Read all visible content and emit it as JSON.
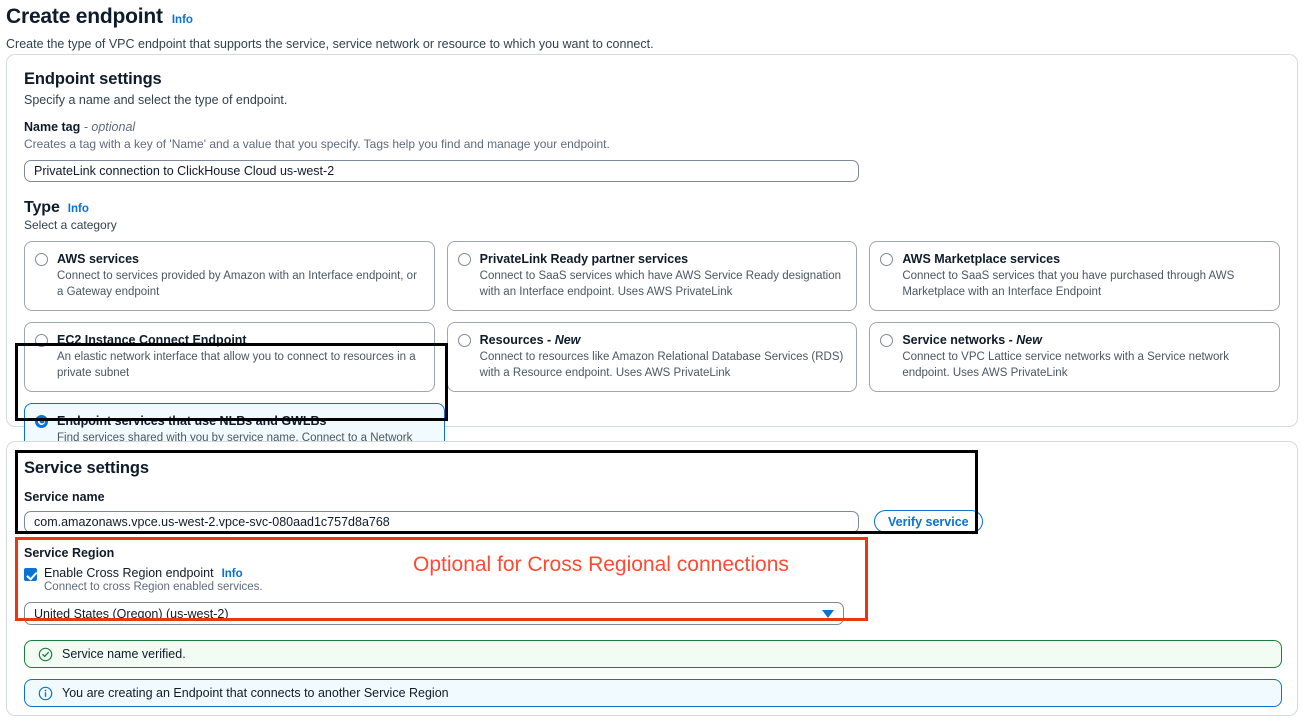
{
  "header": {
    "title": "Create endpoint",
    "info_label": "Info",
    "subtitle": "Create the type of VPC endpoint that supports the service, service network or resource to which you want to connect."
  },
  "endpoint_settings": {
    "title": "Endpoint settings",
    "description": "Specify a name and select the type of endpoint.",
    "name_tag": {
      "label": "Name tag",
      "optional_suffix": "- optional",
      "hint": "Creates a tag with a key of 'Name' and a value that you specify. Tags help you find and manage your endpoint.",
      "value": "PrivateLink connection to ClickHouse Cloud us-west-2",
      "placeholder": "Name tag"
    },
    "type": {
      "label": "Type",
      "info_label": "Info",
      "sub": "Select a category",
      "options": [
        {
          "title": "AWS services",
          "new": "",
          "desc": "Connect to services provided by Amazon with an Interface endpoint, or a Gateway endpoint",
          "selected": false
        },
        {
          "title": "PrivateLink Ready partner services",
          "new": "",
          "desc": "Connect to SaaS services which have AWS Service Ready designation with an Interface endpoint. Uses AWS PrivateLink",
          "selected": false
        },
        {
          "title": "AWS Marketplace services",
          "new": "",
          "desc": "Connect to SaaS services that you have purchased through AWS Marketplace with an Interface Endpoint",
          "selected": false
        },
        {
          "title": "EC2 Instance Connect Endpoint",
          "new": "",
          "desc": "An elastic network interface that allow you to connect to resources in a private subnet",
          "selected": false
        },
        {
          "title": "Resources - ",
          "new": "New",
          "desc": "Connect to resources like Amazon Relational Database Services (RDS) with a Resource endpoint. Uses AWS PrivateLink",
          "selected": false
        },
        {
          "title": "Service networks - ",
          "new": "New",
          "desc": "Connect to VPC Lattice service networks with a Service network endpoint. Uses AWS PrivateLink",
          "selected": false
        }
      ],
      "selected_option": {
        "title": "Endpoint services that use NLBs and GWLBs",
        "desc": "Find services shared with you by service name. Connect to a Network LoadBalancer (NLB) service with an Interface endpoint or to a Gateway LoadBalancer (GWLB) service with a Gateway Load Balancer endpoint"
      }
    }
  },
  "service_settings": {
    "title": "Service settings",
    "service_name": {
      "label": "Service name",
      "value": "com.amazonaws.vpce.us-west-2.vpce-svc-080aad1c757d8a768",
      "placeholder": "Service name"
    },
    "verify_button": "Verify service",
    "service_region": {
      "label": "Service Region",
      "checkbox_label": "Enable Cross Region endpoint",
      "info_label": "Info",
      "checkbox_hint": "Connect to cross Region enabled services.",
      "checkbox_checked": true,
      "selected_region": "United States (Oregon) (us-west-2)"
    },
    "alerts": [
      {
        "type": "success",
        "icon": "check-circle-icon",
        "text": "Service name verified."
      },
      {
        "type": "info",
        "icon": "info-circle-icon",
        "text": "You are creating an Endpoint that connects to another Service Region"
      }
    ]
  },
  "annotations": {
    "red_text": "Optional for Cross Regional connections"
  },
  "colors": {
    "accent_blue": "#0972d3",
    "annotation_red": "#e8380d",
    "annotation_red_text": "#ff4a33",
    "success_green": "#1a7e3c",
    "black": "#000000"
  }
}
